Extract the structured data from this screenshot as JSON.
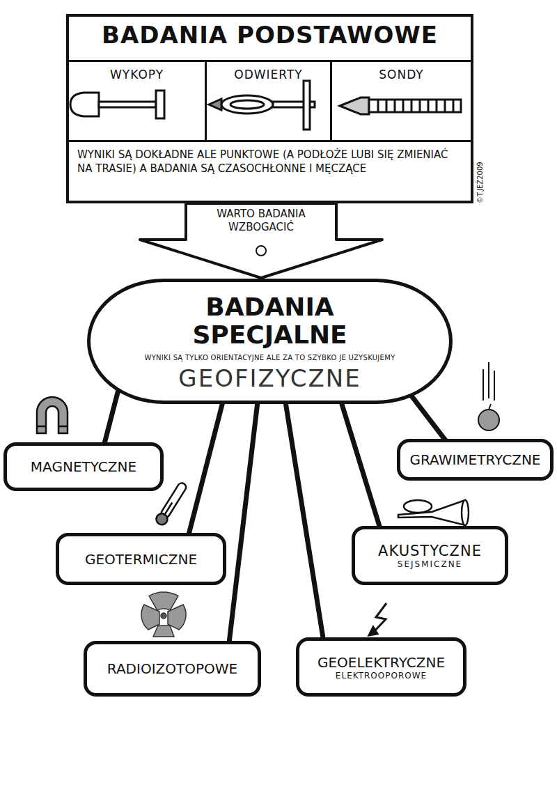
{
  "diagram": {
    "nodes": [
      {
        "text": [
          "BADANIA PODSTAWOWE",
          "WYNIKI SĄ DOKŁADNE ALE PUNKTOWE (A PODŁOŻE LUBI SIĘ ZMIENIAĆ NA TRASIE) A BADANIA SĄ CZASOCHŁONNE I MĘCZĄCE"
        ]
      },
      {
        "text": [
          "WYKOPY"
        ],
        "in": 0
      },
      {
        "text": [
          "ODWIERTY"
        ],
        "in": 0
      },
      {
        "text": [
          "SONDY"
        ],
        "in": 0
      },
      {
        "text": [
          "WARTO BADANIA WZBOGACIĆ"
        ]
      },
      {
        "text": [
          "BADANIA SPECJALNE",
          "WYNIKI SĄ TYLKO ORIENTACYJNE ALE ZA TO SZYBKO JE UZYSKUJEMY",
          "GEOFIZYCZNE"
        ]
      },
      {
        "text": [
          "MAGNETYCZNE"
        ]
      },
      {
        "text": [
          "GRAWIMETRYCZNE"
        ]
      },
      {
        "text": [
          "GEOTERMICZNE"
        ]
      },
      {
        "text": [
          "AKUSTYCZNE",
          "SEJSMICZNE"
        ]
      },
      {
        "text": [
          "RADIOIZOTOPOWE"
        ]
      },
      {
        "text": [
          "GEOELEKTRYCZNE",
          "ELEKTROOPOROWE"
        ]
      }
    ],
    "edges": [
      {
        "from": 5,
        "to": 6,
        "arrow": "none"
      },
      {
        "from": 5,
        "to": 7,
        "arrow": "none"
      },
      {
        "from": 5,
        "to": 8,
        "arrow": "none"
      },
      {
        "from": 5,
        "to": 9,
        "arrow": "none"
      },
      {
        "from": 5,
        "to": 10,
        "arrow": "none"
      },
      {
        "from": 5,
        "to": 11,
        "arrow": "none"
      }
    ],
    "labels": [
      "©T.JEŻ2009"
    ]
  }
}
